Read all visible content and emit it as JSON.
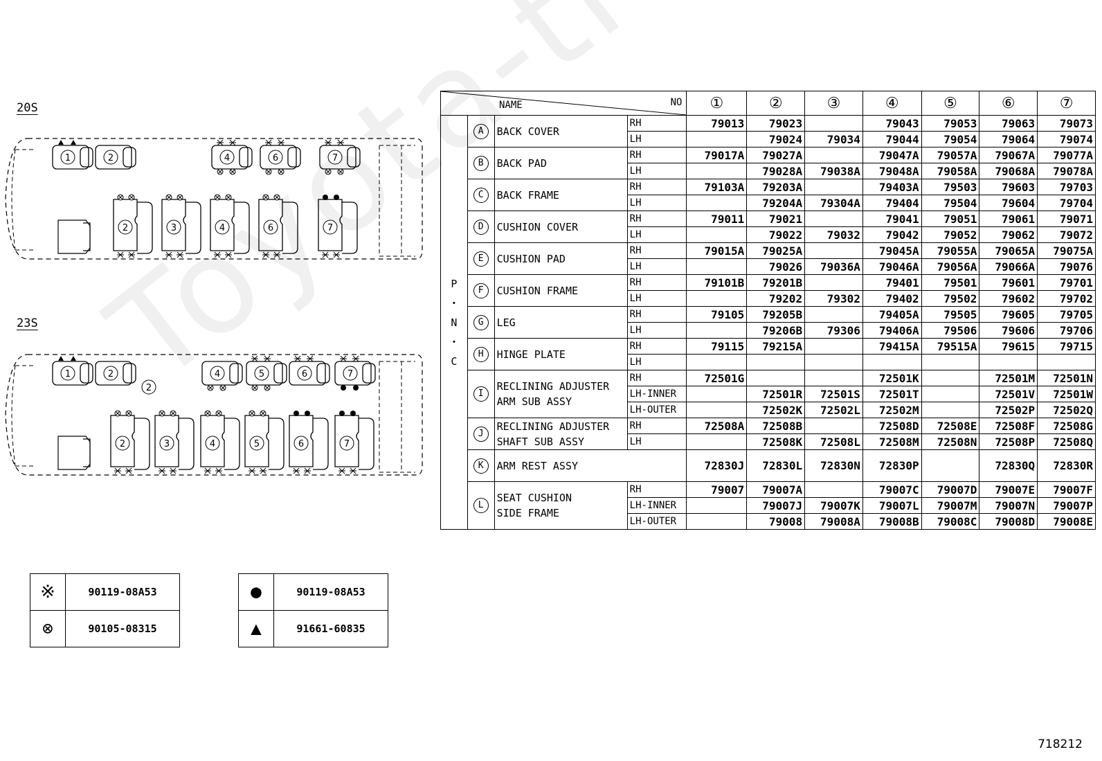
{
  "watermark": "Toyota-truck.ru",
  "layouts": [
    {
      "label": "20S"
    },
    {
      "label": "23S"
    }
  ],
  "table": {
    "header_name": "NAME",
    "header_no": "NO",
    "pnc_label": "P・N・C",
    "columns": [
      "①",
      "②",
      "③",
      "④",
      "⑤",
      "⑥",
      "⑦"
    ],
    "groups": [
      {
        "letter": "A",
        "name": "BACK COVER",
        "rows": [
          {
            "side": "RH",
            "values": [
              "79013",
              "79023",
              "",
              "79043",
              "79053",
              "79063",
              "79073"
            ]
          },
          {
            "side": "LH",
            "values": [
              "",
              "79024",
              "79034",
              "79044",
              "79054",
              "79064",
              "79074"
            ]
          }
        ]
      },
      {
        "letter": "B",
        "name": "BACK PAD",
        "rows": [
          {
            "side": "RH",
            "values": [
              "79017A",
              "79027A",
              "",
              "79047A",
              "79057A",
              "79067A",
              "79077A"
            ]
          },
          {
            "side": "LH",
            "values": [
              "",
              "79028A",
              "79038A",
              "79048A",
              "79058A",
              "79068A",
              "79078A"
            ]
          }
        ]
      },
      {
        "letter": "C",
        "name": "BACK FRAME",
        "rows": [
          {
            "side": "RH",
            "values": [
              "79103A",
              "79203A",
              "",
              "79403A",
              "79503",
              "79603",
              "79703"
            ]
          },
          {
            "side": "LH",
            "values": [
              "",
              "79204A",
              "79304A",
              "79404",
              "79504",
              "79604",
              "79704"
            ]
          }
        ]
      },
      {
        "letter": "D",
        "name": "CUSHION COVER",
        "rows": [
          {
            "side": "RH",
            "values": [
              "79011",
              "79021",
              "",
              "79041",
              "79051",
              "79061",
              "79071"
            ]
          },
          {
            "side": "LH",
            "values": [
              "",
              "79022",
              "79032",
              "79042",
              "79052",
              "79062",
              "79072"
            ]
          }
        ]
      },
      {
        "letter": "E",
        "name": "CUSHION PAD",
        "rows": [
          {
            "side": "RH",
            "values": [
              "79015A",
              "79025A",
              "",
              "79045A",
              "79055A",
              "79065A",
              "79075A"
            ]
          },
          {
            "side": "LH",
            "values": [
              "",
              "79026",
              "79036A",
              "79046A",
              "79056A",
              "79066A",
              "79076"
            ]
          }
        ]
      },
      {
        "letter": "F",
        "name": "CUSHION FRAME",
        "rows": [
          {
            "side": "RH",
            "values": [
              "79101B",
              "79201B",
              "",
              "79401",
              "79501",
              "79601",
              "79701"
            ]
          },
          {
            "side": "LH",
            "values": [
              "",
              "79202",
              "79302",
              "79402",
              "79502",
              "79602",
              "79702"
            ]
          }
        ]
      },
      {
        "letter": "G",
        "name": "LEG",
        "rows": [
          {
            "side": "RH",
            "values": [
              "79105",
              "79205B",
              "",
              "79405A",
              "79505",
              "79605",
              "79705"
            ]
          },
          {
            "side": "LH",
            "values": [
              "",
              "79206B",
              "79306",
              "79406A",
              "79506",
              "79606",
              "79706"
            ]
          }
        ]
      },
      {
        "letter": "H",
        "name": "HINGE PLATE",
        "rows": [
          {
            "side": "RH",
            "values": [
              "79115",
              "79215A",
              "",
              "79415A",
              "79515A",
              "79615",
              "79715"
            ]
          },
          {
            "side": "LH",
            "values": [
              "",
              "",
              "",
              "",
              "",
              "",
              ""
            ]
          }
        ]
      },
      {
        "letter": "I",
        "name": "RECLINING ADJUSTER\nARM SUB ASSY",
        "rows": [
          {
            "side": "RH",
            "values": [
              "72501G",
              "",
              "",
              "72501K",
              "",
              "72501M",
              "72501N"
            ]
          },
          {
            "side": "LH-INNER",
            "values": [
              "",
              "72501R",
              "72501S",
              "72501T",
              "",
              "72501V",
              "72501W"
            ]
          },
          {
            "side": "LH-OUTER",
            "values": [
              "",
              "72502K",
              "72502L",
              "72502M",
              "",
              "72502P",
              "72502Q"
            ]
          }
        ]
      },
      {
        "letter": "J",
        "name": "RECLINING ADJUSTER\nSHAFT SUB ASSY",
        "rows": [
          {
            "side": "RH",
            "values": [
              "72508A",
              "72508B",
              "",
              "72508D",
              "72508E",
              "72508F",
              "72508G"
            ]
          },
          {
            "side": "LH",
            "values": [
              "",
              "72508K",
              "72508L",
              "72508M",
              "72508N",
              "72508P",
              "72508Q"
            ]
          }
        ]
      },
      {
        "letter": "K",
        "name": "ARM REST ASSY",
        "rows": [
          {
            "side": "",
            "values": [
              "",
              "72830J",
              "72830L",
              "72830N",
              "72830P",
              "",
              "72830Q",
              "72830R"
            ]
          }
        ]
      },
      {
        "letter": "L",
        "name": "SEAT CUSHION\nSIDE FRAME",
        "rows": [
          {
            "side": "RH",
            "values": [
              "79007",
              "79007A",
              "",
              "79007C",
              "79007D",
              "79007E",
              "79007F"
            ]
          },
          {
            "side": "LH-INNER",
            "values": [
              "",
              "79007J",
              "79007K",
              "79007L",
              "79007M",
              "79007N",
              "79007P"
            ]
          },
          {
            "side": "LH-OUTER",
            "values": [
              "",
              "79008",
              "79008A",
              "79008B",
              "79008C",
              "79008D",
              "79008E"
            ]
          }
        ]
      }
    ]
  },
  "legend": [
    {
      "symbol": "※",
      "icon": "cross-star-icon",
      "part": "90119-08A53"
    },
    {
      "symbol": "⊗",
      "icon": "circled-x-icon",
      "part": "90105-08315"
    },
    {
      "symbol": "●",
      "icon": "filled-circle-icon",
      "part": "90119-08A53"
    },
    {
      "symbol": "▲",
      "icon": "triangle-icon",
      "part": "91661-60835"
    }
  ],
  "figure_number": "718212"
}
